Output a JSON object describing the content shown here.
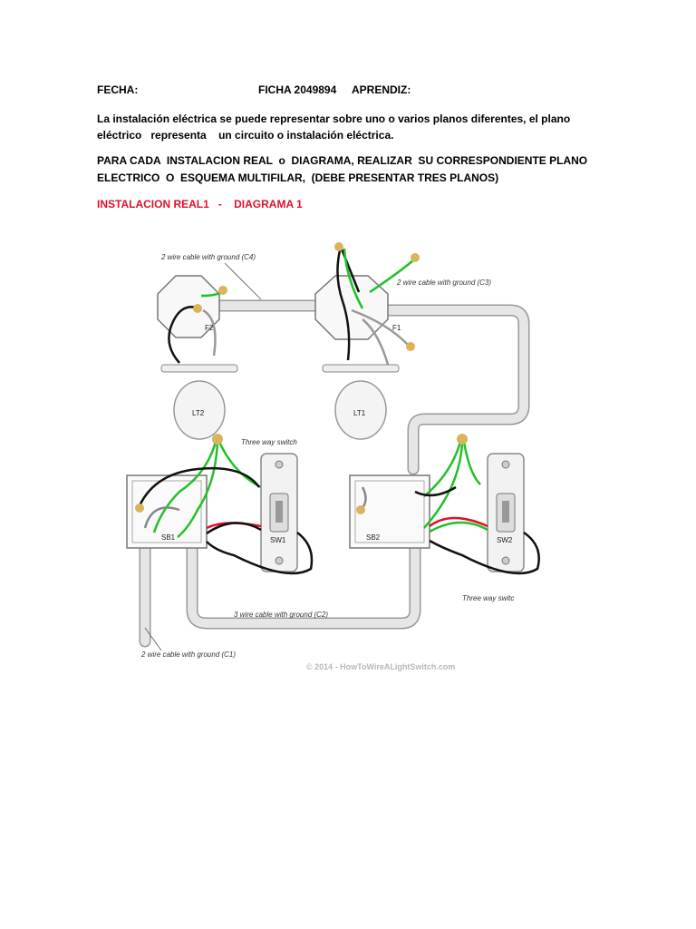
{
  "header": {
    "fecha_label": "FECHA:",
    "ficha_label": "FICHA 2049894",
    "aprendiz_label": "APRENDIZ:"
  },
  "intro": {
    "line1": "La instalación eléctrica se puede representar sobre uno o varios planos diferentes, el plano",
    "line2": "eléctrico   representa    un circuito o instalación eléctrica."
  },
  "instruction": {
    "line1": "PARA CADA  INSTALACION REAL  o  DIAGRAMA, REALIZAR  SU CORRESPONDIENTE PLANO",
    "line2": "ELECTRICO  O  ESQUEMA MULTIFILAR,  (DEBE PRESENTAR TRES PLANOS)"
  },
  "section_title": "INSTALACION REAL1   -    DIAGRAMA 1",
  "diagram": {
    "labels": {
      "c4": "2 wire cable with ground (C4)",
      "c3": "2 wire cable with ground (C3)",
      "c2": "3 wire cable with ground (C2)",
      "c1": "2 wire cable with ground (C1)",
      "three_way_1": "Three way switch",
      "three_way_2": "Three way switc",
      "f2": "F2",
      "f1": "F1",
      "lt2": "LT2",
      "lt1": "LT1",
      "sb1": "SB1",
      "sw1": "SW1",
      "sb2": "SB2",
      "sw2": "SW2",
      "copyright": "© 2014 - HowToWireALightSwitch.com"
    },
    "colors": {
      "cable": "#e6e6e6",
      "cable_outline": "#9a9a9a",
      "ground": "#22c02a",
      "hot": "#111111",
      "red": "#e0102a",
      "nut": "#d9b45a"
    }
  }
}
